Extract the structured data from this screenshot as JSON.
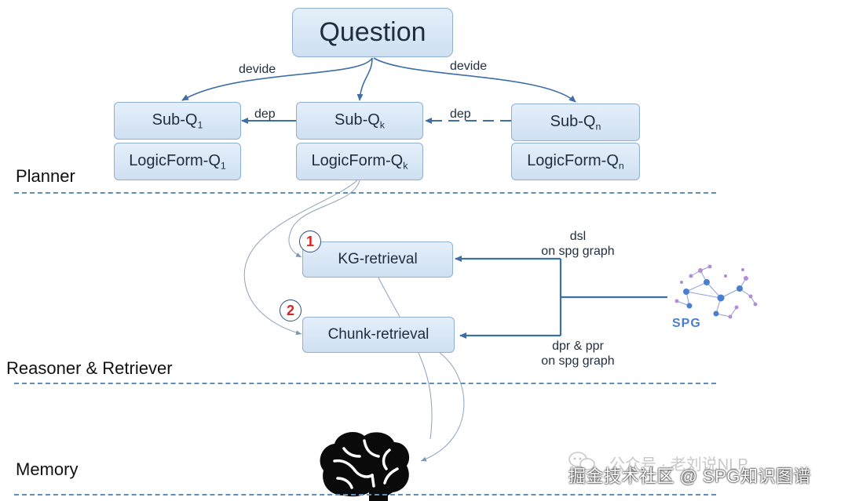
{
  "question": "Question",
  "subqs": [
    {
      "main": "Sub-Q",
      "sub": "1"
    },
    {
      "main": "Sub-Q",
      "sub": "k"
    },
    {
      "main": "Sub-Q",
      "sub": "n"
    }
  ],
  "logicforms": [
    {
      "main": "LogicForm-Q",
      "sub": "1"
    },
    {
      "main": "LogicForm-Q",
      "sub": "k"
    },
    {
      "main": "LogicForm-Q",
      "sub": "n"
    }
  ],
  "edge_labels": {
    "devide_left": "devide",
    "devide_right": "devide",
    "dep_left": "dep",
    "dep_right": "dep",
    "dsl_line1": "dsl",
    "dsl_line2": "on spg graph",
    "dpr_line1": "dpr & ppr",
    "dpr_line2": "on spg graph"
  },
  "retrieval": {
    "kg": "KG-retrieval",
    "chunk": "Chunk-retrieval",
    "badge1": "1",
    "badge2": "2"
  },
  "layers": {
    "planner": "Planner",
    "reasoner": "Reasoner & Retriever",
    "memory": "Memory"
  },
  "spg_logo": "SPG",
  "watermark": {
    "wechat": "公众号 · 老刘说NLP",
    "site": "掘金技术社区 @ SPG知识图谱"
  },
  "colors": {
    "box_fill": "#d6e5f5",
    "box_border": "#8fb0d3",
    "arrow": "#3e6ea6",
    "separator": "#5d8fb8",
    "badge_text": "#e02020",
    "spg_nodes": "#b48cd8"
  }
}
